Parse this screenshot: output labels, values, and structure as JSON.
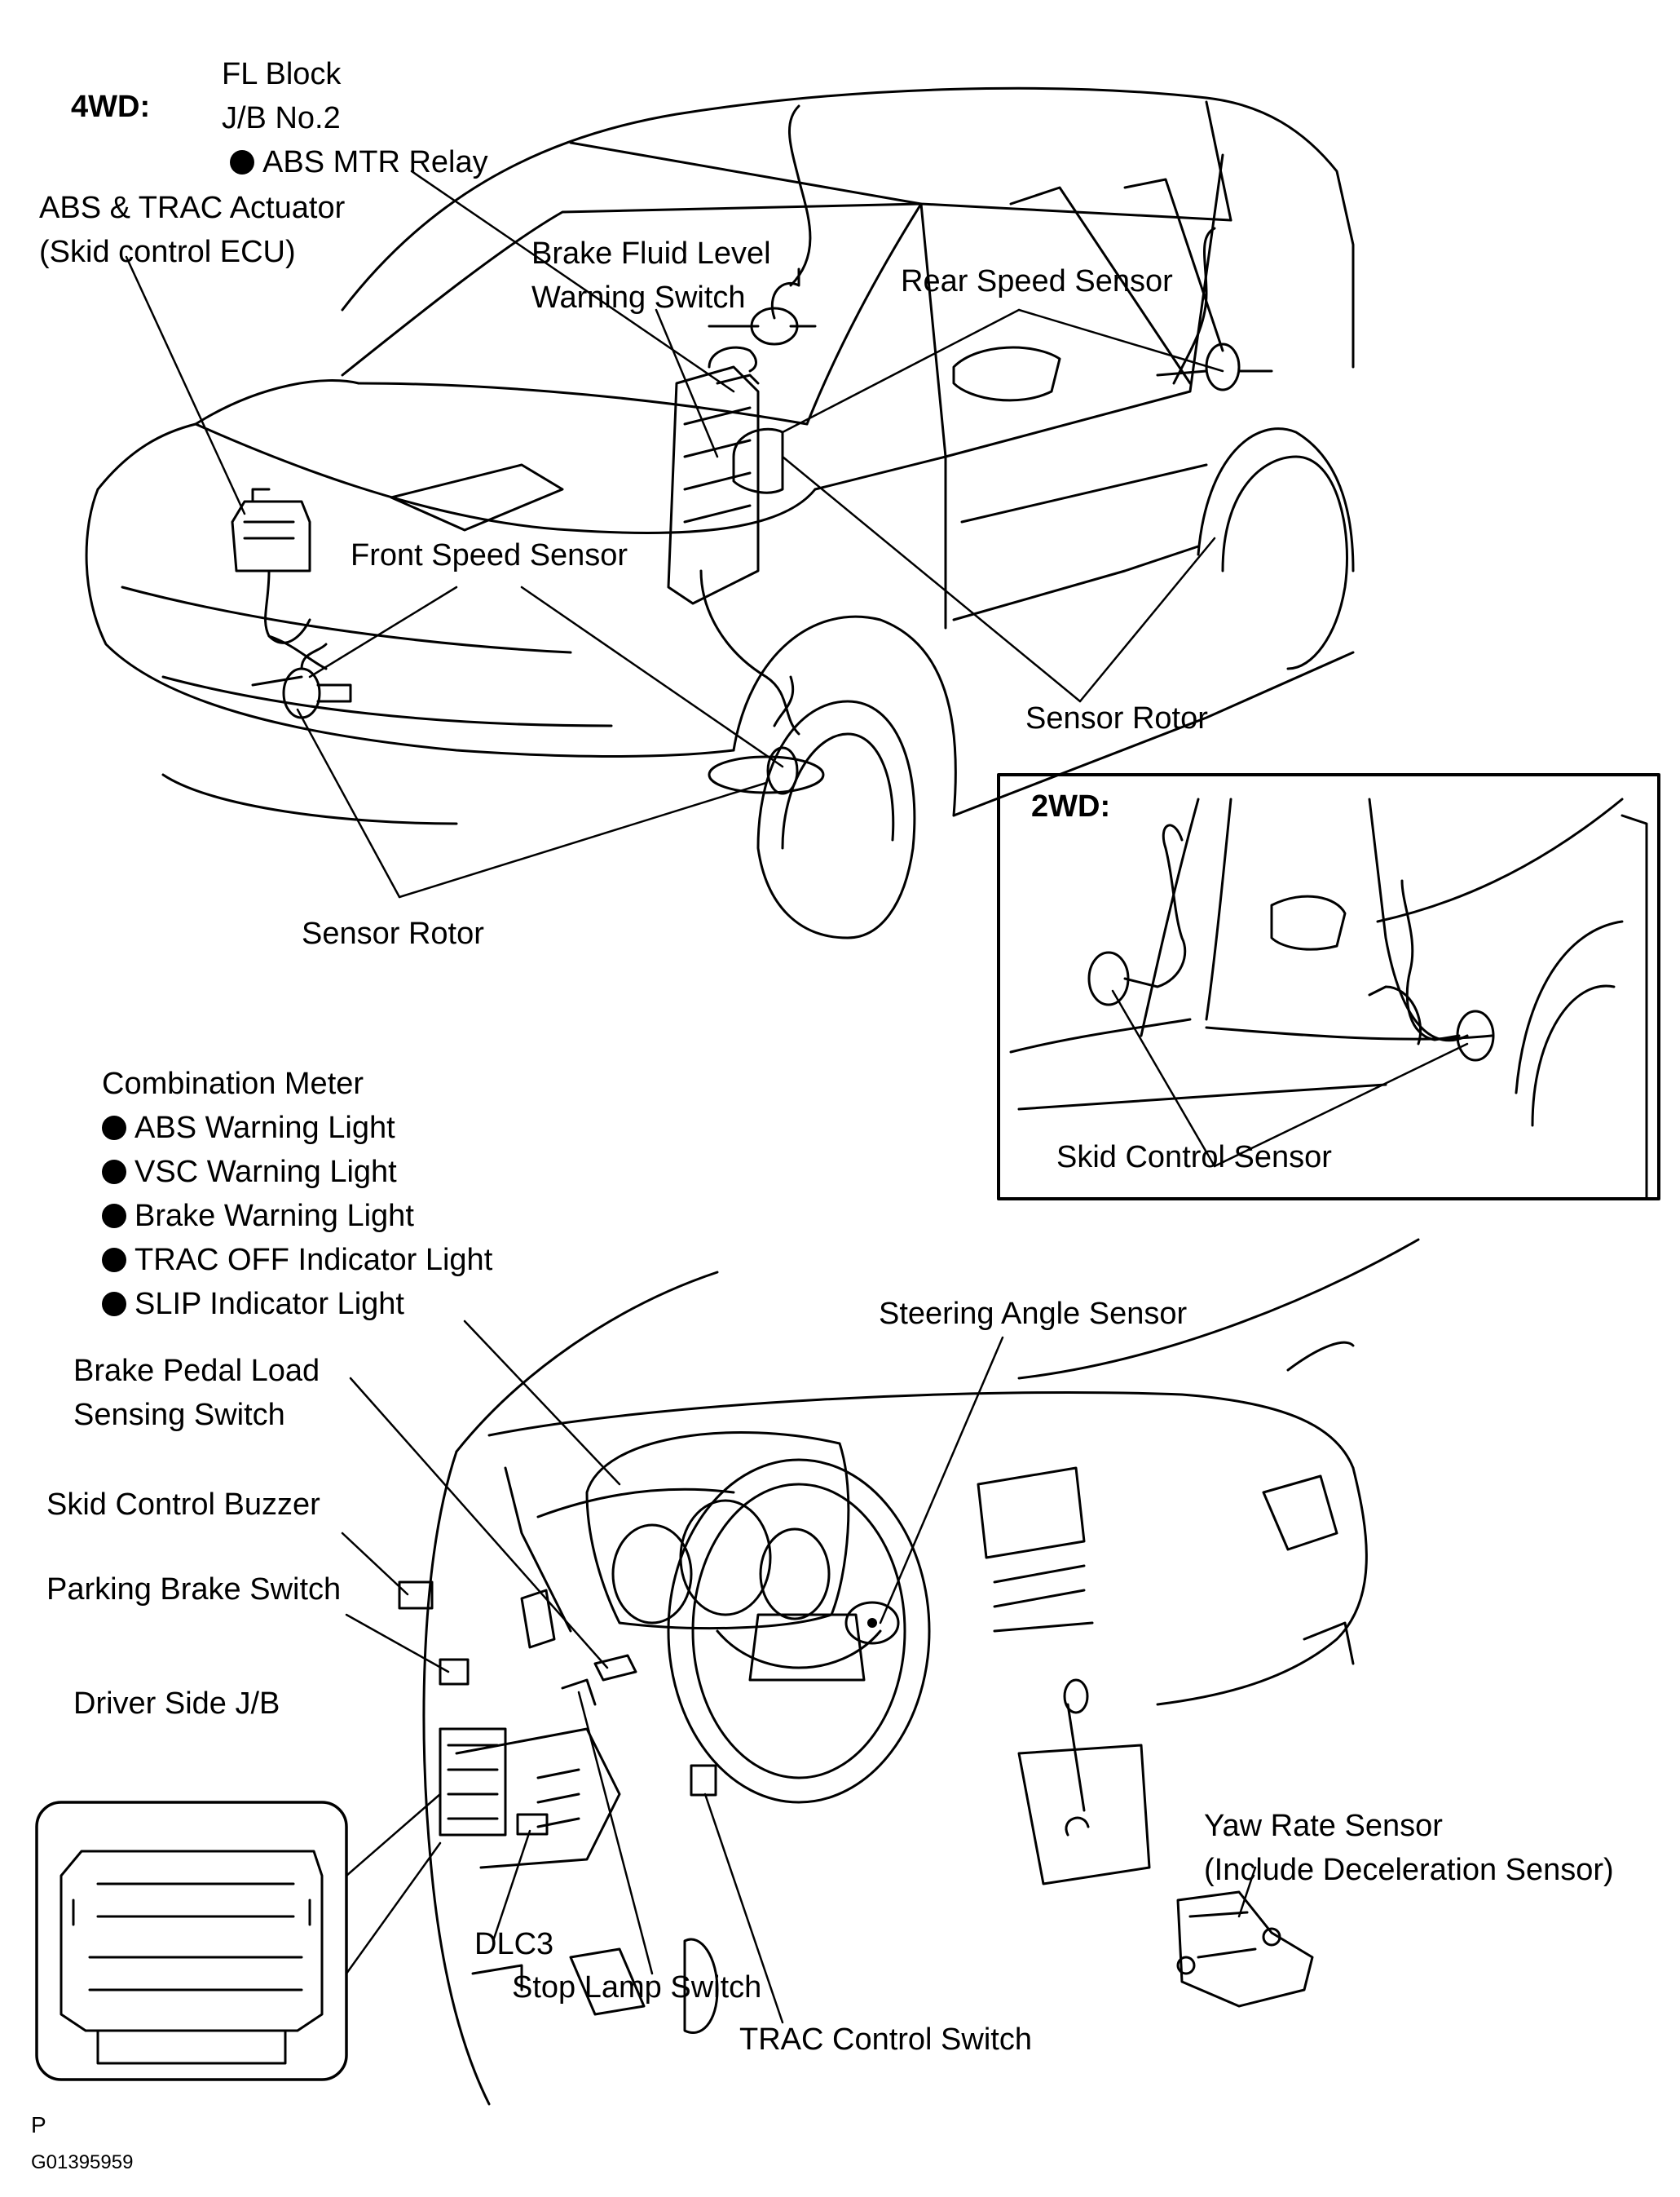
{
  "top_section": {
    "heading": "4WD:",
    "fl_block": "FL Block",
    "jb_no2": "J/B No.2",
    "abs_mtr_relay": "ABS MTR Relay",
    "abs_trac_actuator": "ABS & TRAC Actuator",
    "skid_control_ecu": "(Skid control ECU)",
    "brake_fluid_level_1": "Brake Fluid Level",
    "brake_fluid_level_2": "Warning Switch",
    "rear_speed_sensor": "Rear Speed Sensor",
    "front_speed_sensor": "Front Speed Sensor",
    "sensor_rotor_rear": "Sensor Rotor",
    "sensor_rotor_front": "Sensor Rotor"
  },
  "inset_2wd": {
    "heading": "2WD:",
    "skid_control_sensor": "Skid Control Sensor"
  },
  "combination_meter": {
    "title": "Combination Meter",
    "items": [
      "ABS Warning Light",
      "VSC Warning Light",
      "Brake Warning Light",
      "TRAC OFF Indicator Light",
      "SLIP Indicator Light"
    ]
  },
  "dash_labels": {
    "steering_angle_sensor": "Steering Angle Sensor",
    "brake_pedal_load_1": "Brake Pedal Load",
    "brake_pedal_load_2": "Sensing Switch",
    "skid_control_buzzer": "Skid Control Buzzer",
    "parking_brake_switch": "Parking Brake Switch",
    "driver_side_jb": "Driver Side J/B",
    "yaw_rate_sensor": "Yaw Rate Sensor",
    "deceleration_sensor": "(Include Deceleration Sensor)",
    "dlc3": "DLC3",
    "stop_lamp_switch": "Stop Lamp Switch",
    "trac_control_switch": "TRAC Control Switch"
  },
  "footer": {
    "page_marker": "P",
    "figure_code": "G01395959"
  }
}
